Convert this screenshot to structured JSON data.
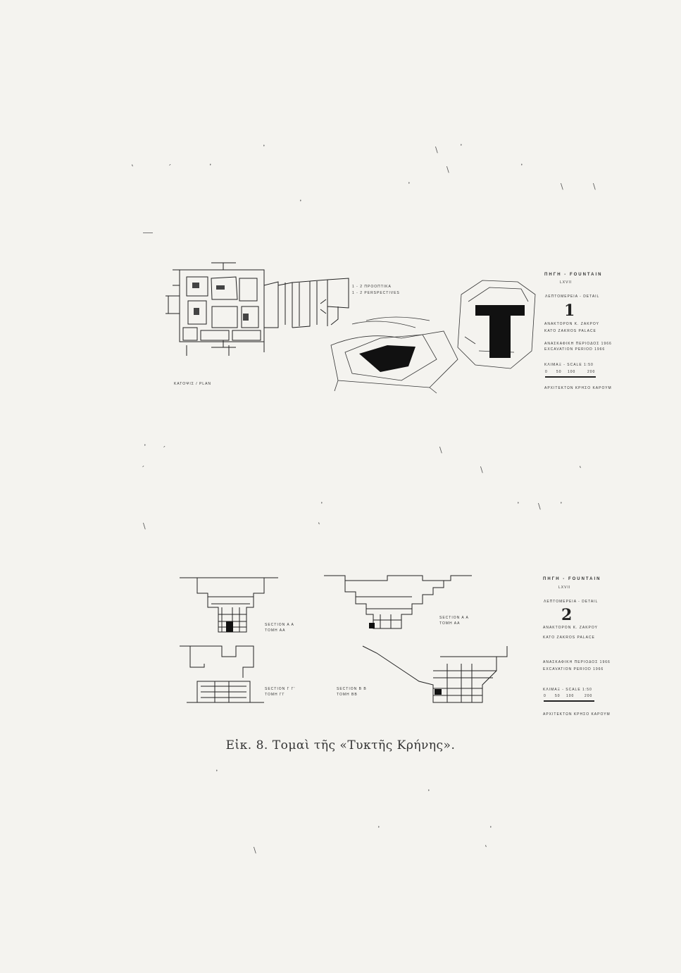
{
  "figure": {
    "caption": "Εἰκ. 8. Τομαὶ τῆς «Τυκτῆς Κρήνης»."
  },
  "sheet1": {
    "plan_label": "ΚΑΤΟΨΙΣ / PLAN",
    "perspective_label_gr": "1 - 2 ΠΡΟΟΠΤΙΚΑ",
    "perspective_label_en": "1 - 2 PERSPECTIVES",
    "title_block": {
      "title": "ΠΗΓΗ - FOUNTAIN",
      "subtitle": "LXVII",
      "detail": "ΛΕΠΤΟΜΕΡΕΙΑ - DETAIL",
      "number": "1",
      "palace_gr": "ΑΝΑΚΤΟΡΟΝ Κ. ΖΑΚΡΟΥ",
      "palace_en": "KATO ZAKROS PALACE",
      "period_gr": "ΑΝΑΣΚΑΦΙΚΗ ΠΕΡΙΟΔΟΣ 1966",
      "period_en": "EXCAVATION PERIOD 1966",
      "scale": "ΚΛΙΜΑΞ - SCALE 1:50",
      "scale_ticks": [
        "0",
        "50",
        "100",
        "200"
      ],
      "architect": "ΑΡΧΙΤΕΚΤΩΝ ΚΡΗΣΟ ΚΑΡΟΥΜ"
    }
  },
  "sheet2": {
    "sections": [
      {
        "gr": "ΤΟΜΗ ΑΑ",
        "en": "SECTION A A"
      },
      {
        "gr": "ΤΟΜΗ ΑΑ",
        "en": "SECTION A A"
      },
      {
        "gr": "ΤΟΜΗ ΓΓ",
        "en": "SECTION Γ Γ'"
      },
      {
        "gr": "ΤΟΜΗ ΒΒ",
        "en": "SECTION B B"
      }
    ],
    "title_block": {
      "title": "ΠΗΓΗ - FOUNTAIN",
      "subtitle": "LXVII",
      "detail": "ΛΕΠΤΟΜΕΡΕΙΑ - DETAIL",
      "number": "2",
      "palace_gr": "ΑΝΑΚΤΟΡΟΝ Κ. ΖΑΚΡΟΥ",
      "palace_en": "KATO ZAKROS PALACE",
      "period_gr": "ΑΝΑΣΚΑΦΙΚΗ ΠΕΡΙΟΔΟΣ 1966",
      "period_en": "EXCAVATION PERIOD 1966",
      "scale": "ΚΛΙΜΑΞ - SCALE 1:50",
      "scale_ticks": [
        "0",
        "50",
        "100",
        "200"
      ],
      "architect": "ΑΡΧΙΤΕΚΤΩΝ ΚΡΗΣΟ ΚΑΡΟΥΜ"
    }
  },
  "ghost_accents": [
    "᾽",
    "ʽ",
    "ʼ",
    "´",
    "῾",
    "᾿"
  ]
}
